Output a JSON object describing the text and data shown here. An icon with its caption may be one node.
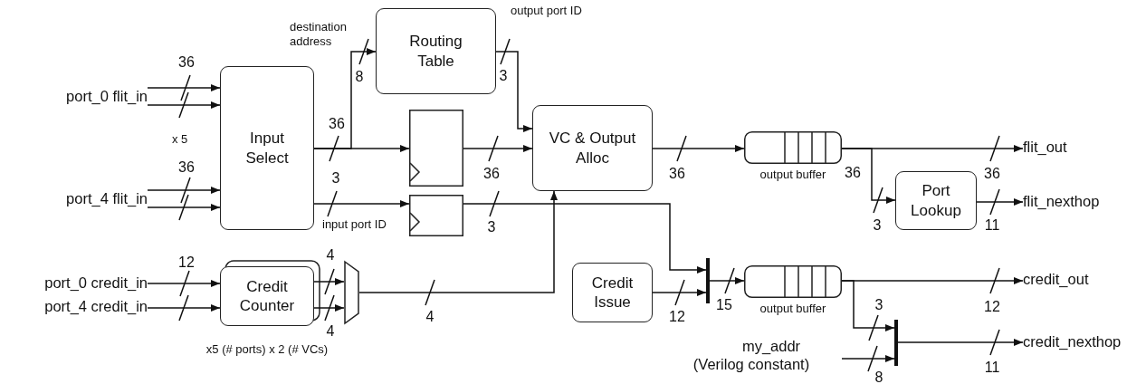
{
  "diagram": {
    "nodes": [
      {
        "text": [
          "port_0 flit_in"
        ]
      },
      {
        "text": [
          "port_4 flit_in"
        ]
      },
      {
        "text": [
          "port_0 credit_in"
        ]
      },
      {
        "text": [
          "port_4 credit_in"
        ]
      },
      {
        "text": [
          "Input Select"
        ]
      },
      {
        "text": [
          "Routing Table"
        ]
      },
      {
        "text": [],
        "shape": "box"
      },
      {
        "text": [],
        "shape": "box"
      },
      {
        "text": [
          "Credit Counter"
        ],
        "beside": [
          "x5 (# ports) x 2 (# VCs)"
        ]
      },
      {
        "text": [],
        "shape": "trapezoid"
      },
      {
        "text": [
          "VC & Output Alloc"
        ]
      },
      {
        "text": [],
        "shape": "queue",
        "beside": [
          "output buffer"
        ]
      },
      {
        "text": [
          "Port Lookup"
        ]
      },
      {
        "text": [
          "Credit Issue"
        ]
      },
      {
        "text": [],
        "shape": "bar"
      },
      {
        "text": [],
        "shape": "queue",
        "beside": [
          "output buffer"
        ]
      },
      {
        "text": [],
        "shape": "bar"
      },
      {
        "text": [
          "my_addr (Verilog constant)"
        ]
      },
      {
        "text": [
          "flit_out"
        ]
      },
      {
        "text": [
          "flit_nexthop"
        ]
      },
      {
        "text": [
          "credit_out"
        ]
      },
      {
        "text": [
          "credit_nexthop"
        ]
      }
    ],
    "edges": [
      {
        "from": 0,
        "to": 4,
        "arrow": "to",
        "label": "36"
      },
      {
        "from": 0,
        "to": 4,
        "arrow": "to"
      },
      {
        "from": 1,
        "to": 4,
        "arrow": "to",
        "label": "36"
      },
      {
        "from": 1,
        "to": 4,
        "arrow": "to"
      },
      {
        "from": 2,
        "to": 8,
        "arrow": "to",
        "label": "12"
      },
      {
        "from": 3,
        "to": 8,
        "arrow": "to"
      },
      {
        "from": 4,
        "to": 5,
        "arrow": "to",
        "label": "8"
      },
      {
        "from": 4,
        "to": 6,
        "arrow": "to",
        "label": "36"
      },
      {
        "from": 4,
        "to": 7,
        "arrow": "to",
        "label": "3"
      },
      {
        "from": 5,
        "to": 10,
        "arrow": "to",
        "label": "3"
      },
      {
        "from": 6,
        "to": 10,
        "arrow": "to",
        "label": "36"
      },
      {
        "from": 10,
        "to": 11,
        "arrow": "to",
        "label": "36"
      },
      {
        "from": 11,
        "to": 18,
        "arrow": "to",
        "label": "36"
      },
      {
        "from": 11,
        "to": 12,
        "arrow": "to",
        "label": "3"
      },
      {
        "from": 12,
        "to": 19,
        "arrow": "to",
        "label": "11"
      },
      {
        "from": 7,
        "to": 14,
        "arrow": "to",
        "label": "3"
      },
      {
        "from": 13,
        "to": 14,
        "arrow": "to",
        "label": "12"
      },
      {
        "from": 14,
        "to": 15,
        "arrow": "to",
        "label": "15"
      },
      {
        "from": 15,
        "to": 20,
        "arrow": "to",
        "label": "12"
      },
      {
        "from": 15,
        "to": 16,
        "arrow": "to",
        "label": "3"
      },
      {
        "from": 17,
        "to": 16,
        "arrow": "to",
        "label": "8"
      },
      {
        "from": 16,
        "to": 21,
        "arrow": "to",
        "label": "11"
      },
      {
        "from": 8,
        "to": 9,
        "arrow": "to",
        "label": "4"
      },
      {
        "from": 8,
        "to": 9,
        "arrow": "to",
        "label": "4"
      },
      {
        "from": 9,
        "to": 10,
        "arrow": "to",
        "label": "4"
      }
    ],
    "labels": [
      "destination address",
      "output port ID",
      "x 5",
      "input port ID",
      "36"
    ]
  }
}
